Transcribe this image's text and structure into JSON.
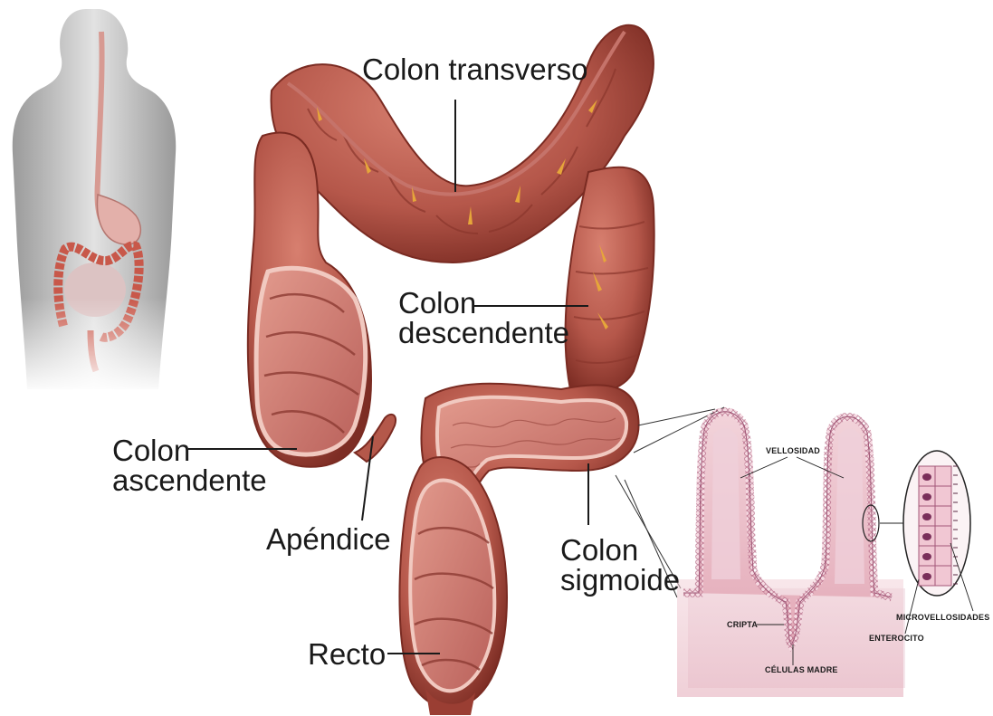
{
  "labels": {
    "colon_transverso": "Colon transverso",
    "colon_descendente_l1": "Colon",
    "colon_descendente_l2": "descendente",
    "colon_ascendente_l1": "Colon",
    "colon_ascendente_l2": "ascendente",
    "apendice": "Apéndice",
    "colon_sigmoide_l1": "Colon",
    "colon_sigmoide_l2": "sigmoide",
    "recto": "Recto"
  },
  "inset_labels": {
    "vellosidad": "VELLOSIDAD",
    "cripta": "CRIPTA",
    "celulas_madre": "CÉLULAS MADRE",
    "microvellosidades": "MICROVELLOSIDADES",
    "enterocito": "ENTEROCITO"
  },
  "colors": {
    "colon_fill": "#b8584a",
    "colon_dark": "#7e2f26",
    "colon_inner": "#d98b80",
    "mucosa": "#e9b4bf",
    "mucosa_edge": "#b46a86",
    "body_gray": "#c9c9c9",
    "fat": "#e6a63a"
  }
}
